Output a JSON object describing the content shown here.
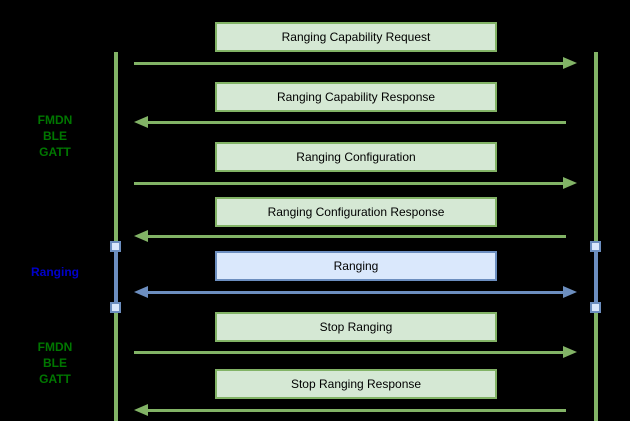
{
  "canvas": {
    "background": "#000000"
  },
  "colors": {
    "green_fill": "#d5e8d4",
    "green_stroke": "#82b366",
    "blue_fill": "#dae8fc",
    "blue_stroke": "#6c8ebf",
    "section_green": "#007700",
    "section_blue": "#0000cc",
    "box_text": "#000000"
  },
  "sections": [
    {
      "name": "fmdn-ble-gatt-top",
      "lines": [
        "FMDN",
        "BLE",
        "GATT"
      ],
      "color": "green"
    },
    {
      "name": "ranging",
      "lines": [
        "Ranging"
      ],
      "color": "blue"
    },
    {
      "name": "fmdn-ble-gatt-bottom",
      "lines": [
        "FMDN",
        "BLE",
        "GATT"
      ],
      "color": "green"
    }
  ],
  "messages": [
    {
      "label": "Ranging Capability Request",
      "style": "green",
      "direction": "right"
    },
    {
      "label": "Ranging Capability Response",
      "style": "green",
      "direction": "left"
    },
    {
      "label": "Ranging Configuration",
      "style": "green",
      "direction": "right"
    },
    {
      "label": "Ranging Configuration Response",
      "style": "green",
      "direction": "left"
    },
    {
      "label": "Ranging",
      "style": "blue",
      "direction": "both"
    },
    {
      "label": "Stop Ranging",
      "style": "green",
      "direction": "right"
    },
    {
      "label": "Stop Ranging Response",
      "style": "green",
      "direction": "left"
    }
  ]
}
